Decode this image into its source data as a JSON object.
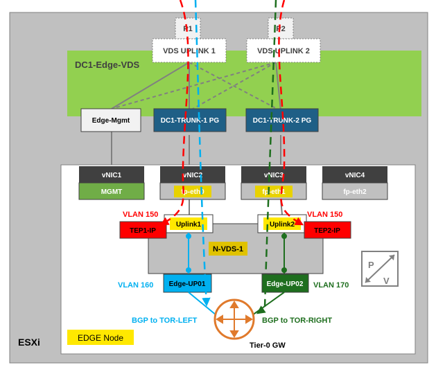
{
  "host": {
    "label": "ESXi"
  },
  "vds": {
    "label": "DC1-Edge-VDS"
  },
  "physical_ports": [
    "P1",
    "P2"
  ],
  "vds_uplinks": [
    "VDS UPLINK 1",
    "VDS UPLINK 2"
  ],
  "port_groups": [
    "Edge-Mgmt",
    "DC1-TRUNK-1 PG",
    "DC1-TRUNK-2 PG"
  ],
  "vnics": [
    {
      "name": "vNIC1",
      "function": "MGMT"
    },
    {
      "name": "vNIC2",
      "function": "fp-eth0"
    },
    {
      "name": "vNIC3",
      "function": "fp-eth1"
    },
    {
      "name": "vNIC4",
      "function": "fp-eth2"
    }
  ],
  "nvds": {
    "label": "N-VDS-1",
    "uplinks": [
      "Uplink1",
      "Uplink2"
    ]
  },
  "teps": [
    {
      "vlan": "VLAN 150",
      "label": "TEP1-IP"
    },
    {
      "vlan": "VLAN 150",
      "label": "TEP2-IP"
    }
  ],
  "edge_uplinks": [
    {
      "vlan": "VLAN 160",
      "label": "Edge-UP01",
      "bgp": "BGP to TOR-LEFT"
    },
    {
      "vlan": "VLAN 170",
      "label": "Edge-UP02",
      "bgp": "BGP to TOR-RIGHT"
    }
  ],
  "router": {
    "label": "Tier-0 GW"
  },
  "edge_node": {
    "label": "EDGE Node"
  },
  "pv_icon": {
    "letters": [
      "P",
      "V"
    ]
  },
  "colors": {
    "host_bg": "#c0c0c0",
    "vds_bg": "#92d050",
    "pg_blue": "#1f5f86",
    "vnic_header": "#404040",
    "vnic_body": "#c0c0c0",
    "mgmt_green": "#70ad47",
    "highlight_yellow": "#ffe800",
    "tep_red": "#ff0000",
    "edge_up01": "#00b0f0",
    "edge_up02": "#1e6e1e",
    "router_orange": "#e07a2c",
    "path_red": "#ff0000",
    "path_blue": "#00b0f0",
    "path_green": "#1e6e1e"
  }
}
